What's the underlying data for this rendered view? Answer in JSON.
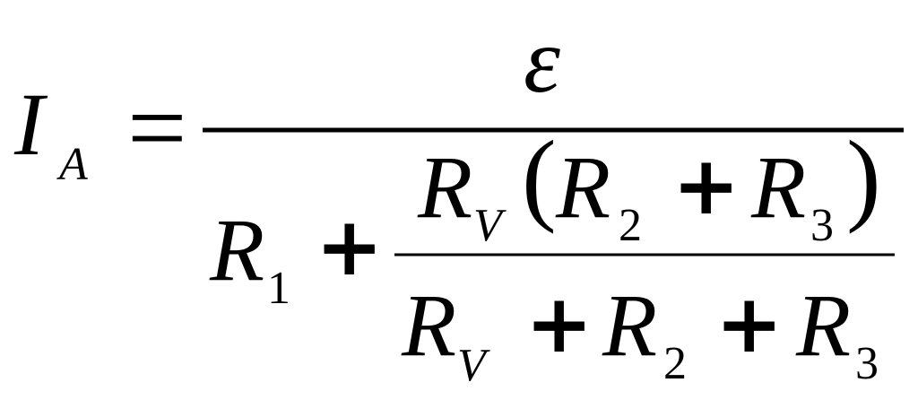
{
  "formula": {
    "lhs": {
      "symbol": "I",
      "subscript": "A"
    },
    "equals": "=",
    "numerator": {
      "symbol": "ε"
    },
    "denominator": {
      "first_term": {
        "symbol": "R",
        "subscript": "1"
      },
      "plus": "+",
      "inner_fraction": {
        "numerator": {
          "factor": {
            "symbol": "R",
            "subscript": "V"
          },
          "open_paren": "(",
          "term_a": {
            "symbol": "R",
            "subscript": "2"
          },
          "plus": "+",
          "term_b": {
            "symbol": "R",
            "subscript": "3"
          },
          "close_paren": ")"
        },
        "denominator": {
          "term_a": {
            "symbol": "R",
            "subscript": "V"
          },
          "plus_1": "+",
          "term_b": {
            "symbol": "R",
            "subscript": "2"
          },
          "plus_2": "+",
          "term_c": {
            "symbol": "R",
            "subscript": "3"
          }
        }
      }
    }
  }
}
